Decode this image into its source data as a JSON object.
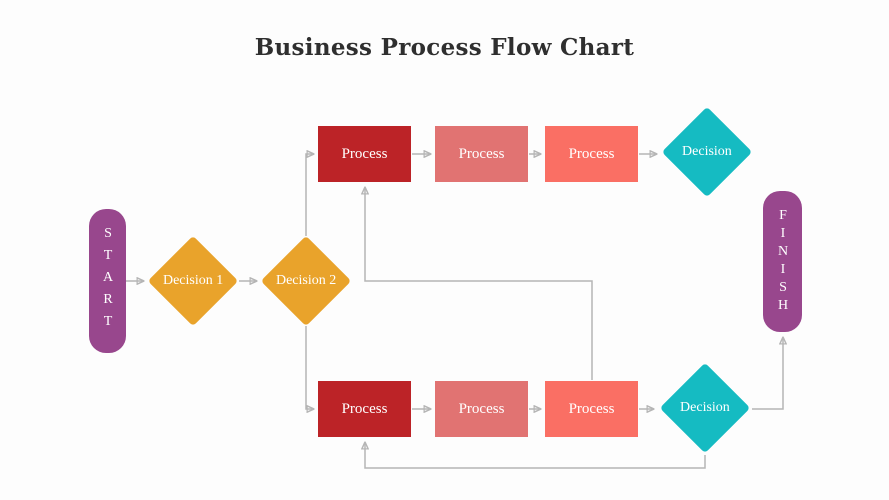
{
  "title": "Business Process Flow Chart",
  "nodes": {
    "start": {
      "label": "START",
      "shape": "rounded-terminator"
    },
    "decision1": {
      "label": "Decision 1",
      "shape": "diamond"
    },
    "decision2": {
      "label": "Decision 2",
      "shape": "diamond"
    },
    "top_branch": {
      "process1": {
        "label": "Process"
      },
      "process2": {
        "label": "Process"
      },
      "process3": {
        "label": "Process"
      },
      "decision": {
        "label": "Decision"
      }
    },
    "bottom_branch": {
      "process1": {
        "label": "Process"
      },
      "process2": {
        "label": "Process"
      },
      "process3": {
        "label": "Process"
      },
      "decision": {
        "label": "Decision"
      }
    },
    "finish": {
      "label": "FINISH",
      "shape": "rounded-terminator"
    }
  },
  "colors": {
    "background": "#FDFDFD",
    "title_text": "#2F2F2F",
    "terminator_purple": "#98478D",
    "decision_orange": "#E9A32B",
    "decision_teal": "#15BBC2",
    "process_dark_red": "#BC2327",
    "process_muted_pink": "#E17372",
    "process_salmon": "#FA6F64",
    "connector_gray": "#B5B5B5",
    "node_text": "#FFFFFF"
  }
}
